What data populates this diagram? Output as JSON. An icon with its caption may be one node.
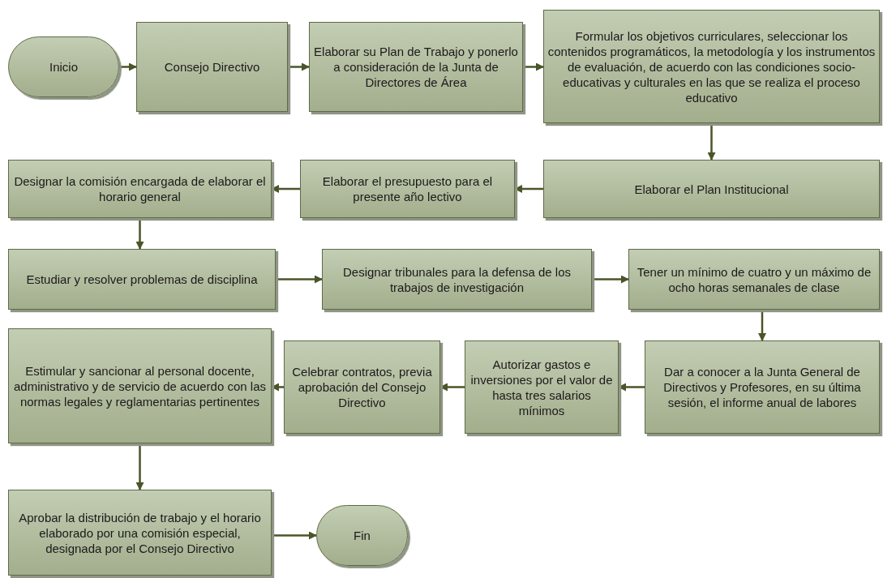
{
  "diagram": {
    "nodes": [
      {
        "text": [
          "Inicio"
        ]
      },
      {
        "text": [
          "Consejo Directivo"
        ]
      },
      {
        "text": [
          "Elaborar su Plan de Trabajo y ponerlo a consideración de la Junta de Directores de Área"
        ]
      },
      {
        "text": [
          "Formular los objetivos curriculares, seleccionar los contenidos programáticos, la metodología y los instrumentos de evaluación, de acuerdo con las condiciones socio-educativas y culturales en las que se realiza el proceso educativo"
        ]
      },
      {
        "text": [
          "Elaborar el Plan Institucional"
        ]
      },
      {
        "text": [
          "Elaborar el presupuesto para el presente año lectivo"
        ]
      },
      {
        "text": [
          "Designar la comisión encargada de elaborar el horario general"
        ]
      },
      {
        "text": [
          "Estudiar y resolver problemas de disciplina"
        ]
      },
      {
        "text": [
          "Designar tribunales para la defensa de los trabajos de investigación"
        ]
      },
      {
        "text": [
          "Tener un mínimo de cuatro y un máximo de ocho horas semanales de clase"
        ]
      },
      {
        "text": [
          "Dar a conocer a la Junta General de Directivos y Profesores, en su última sesión, el informe anual de labores"
        ]
      },
      {
        "text": [
          "Autorizar gastos e inversiones por el valor de hasta tres salarios mínimos"
        ]
      },
      {
        "text": [
          "Celebrar contratos, previa aprobación del Consejo Directivo"
        ]
      },
      {
        "text": [
          "Estimular y sancionar al personal docente, administrativo y de servicio de acuerdo con las normas legales y reglamentarias pertinentes"
        ]
      },
      {
        "text": [
          "Aprobar la distribución de trabajo y el horario elaborado por una comisión especial, designada por el Consejo Directivo"
        ]
      },
      {
        "text": [
          "Fin"
        ]
      }
    ],
    "edges": [
      {
        "from": 0,
        "to": 1,
        "arrow": "to"
      },
      {
        "from": 1,
        "to": 2,
        "arrow": "to"
      },
      {
        "from": 2,
        "to": 3,
        "arrow": "to"
      },
      {
        "from": 3,
        "to": 4,
        "arrow": "to"
      },
      {
        "from": 4,
        "to": 5,
        "arrow": "to"
      },
      {
        "from": 5,
        "to": 6,
        "arrow": "to"
      },
      {
        "from": 6,
        "to": 7,
        "arrow": "to"
      },
      {
        "from": 7,
        "to": 8,
        "arrow": "to"
      },
      {
        "from": 8,
        "to": 9,
        "arrow": "to"
      },
      {
        "from": 9,
        "to": 10,
        "arrow": "to"
      },
      {
        "from": 10,
        "to": 11,
        "arrow": "to"
      },
      {
        "from": 11,
        "to": 12,
        "arrow": "to"
      },
      {
        "from": 12,
        "to": 13,
        "arrow": "to"
      },
      {
        "from": 13,
        "to": 14,
        "arrow": "to"
      },
      {
        "from": 14,
        "to": 15,
        "arrow": "to"
      }
    ]
  }
}
